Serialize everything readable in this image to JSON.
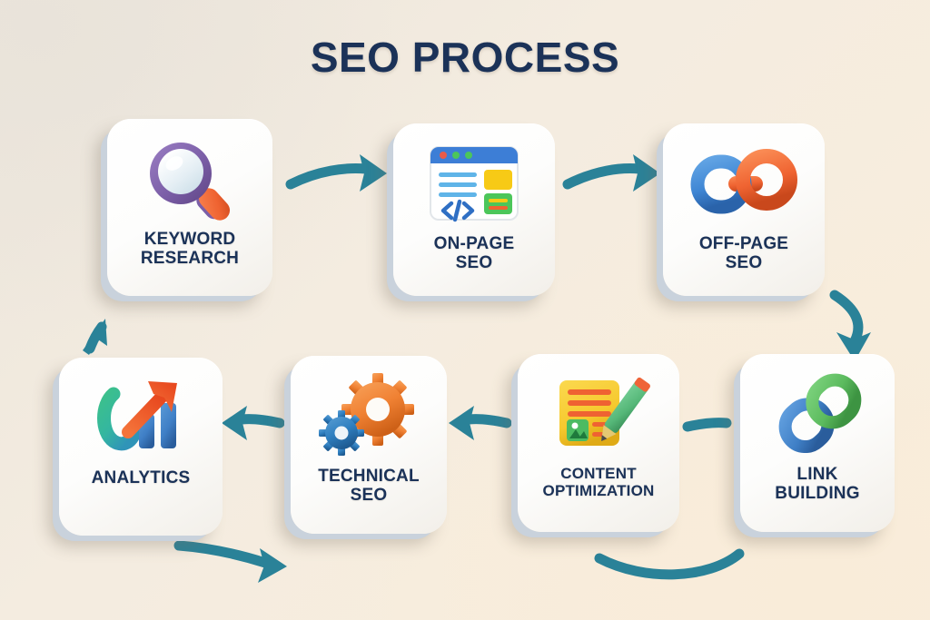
{
  "page": {
    "title": "SEO PROCESS",
    "background_start": "#ece6dc",
    "background_end": "#faeedb",
    "title_color": "#1b3258",
    "arrow_color": "#2a8298",
    "card_face_color": "#ffffff"
  },
  "cards": [
    {
      "id": "keyword-research",
      "label": "KEYWORD RESEARCH",
      "line1": "KEYWORD",
      "line2": "RESEARCH",
      "icon": "magnifying-glass-icon",
      "icon_colors": {
        "ring": "#7b5ea7",
        "lens": "#dfeaf2",
        "handle": "#ee6438"
      },
      "step": 1
    },
    {
      "id": "on-page-seo",
      "label": "ON-PAGE SEO",
      "line1": "ON-PAGE",
      "line2": "SEO",
      "icon": "browser-window-code-icon",
      "icon_colors": {
        "titlebar": "#3d7ed6",
        "code": "#2f6fc4",
        "block_yellow": "#f7ca16",
        "block_green": "#4cc65a",
        "lines": "#5fb4e8"
      },
      "step": 2
    },
    {
      "id": "off-page-seo",
      "label": "OFF-PAGE SEO",
      "line1": "OFF-PAGE",
      "line2": "SEO",
      "icon": "chain-link-horizontal-icon",
      "icon_colors": {
        "left_link": "#3f86d4",
        "right_link": "#ef6331"
      },
      "step": 3
    },
    {
      "id": "link-building",
      "label": "LINK BUILDING",
      "line1": "LINK",
      "line2": "BUILDING",
      "icon": "chain-link-diagonal-icon",
      "icon_colors": {
        "lower_link": "#3f7fc6",
        "upper_link": "#5cbb5e"
      },
      "step": 4
    },
    {
      "id": "content-optimization",
      "label": "CONTENT OPTIMIZATION",
      "line1": "CONTENT",
      "line2": "OPTIMIZATION",
      "icon": "document-pencil-icon",
      "icon_colors": {
        "page": "#f6c92e",
        "text_lines": "#ef6232",
        "image_box": "#4cbb62",
        "pencil": "#5bbd7e",
        "pencil_tip": "#ee6438"
      },
      "step": 5
    },
    {
      "id": "technical-seo",
      "label": "TECHNICAL SEO",
      "line1": "TECHNICAL",
      "line2": "SEO",
      "icon": "gears-icon",
      "icon_colors": {
        "large_gear": "#f08133",
        "small_gear": "#2f7fc0"
      },
      "step": 6
    },
    {
      "id": "analytics",
      "label": "ANALYTICS",
      "line1": "ANALYTICS",
      "line2": "",
      "icon": "growth-chart-arrow-icon",
      "icon_colors": {
        "curve": "#3ab58e",
        "arrow": "#ef5f2c",
        "bars": "#3f7fc6"
      },
      "step": 7
    }
  ],
  "connectors": [
    {
      "id": "arrow-keyword-to-onpage",
      "from": "keyword-research",
      "to": "on-page-seo",
      "direction": "right"
    },
    {
      "id": "arrow-onpage-to-offpage",
      "from": "on-page-seo",
      "to": "off-page-seo",
      "direction": "right"
    },
    {
      "id": "arrow-offpage-to-link",
      "from": "off-page-seo",
      "to": "link-building",
      "direction": "down"
    },
    {
      "id": "arrow-link-to-content",
      "from": "link-building",
      "to": "content-optimization",
      "direction": "left"
    },
    {
      "id": "arrow-content-to-technical",
      "from": "content-optimization",
      "to": "technical-seo",
      "direction": "left"
    },
    {
      "id": "arrow-technical-to-analytics",
      "from": "technical-seo",
      "to": "analytics",
      "direction": "left"
    },
    {
      "id": "arrow-analytics-to-keyword",
      "from": "analytics",
      "to": "keyword-research",
      "direction": "up-left"
    },
    {
      "id": "decorative-arc-bottom-left",
      "from": "",
      "to": "",
      "direction": "right"
    },
    {
      "id": "decorative-arc-bottom-right",
      "from": "",
      "to": "",
      "direction": "arc"
    }
  ]
}
